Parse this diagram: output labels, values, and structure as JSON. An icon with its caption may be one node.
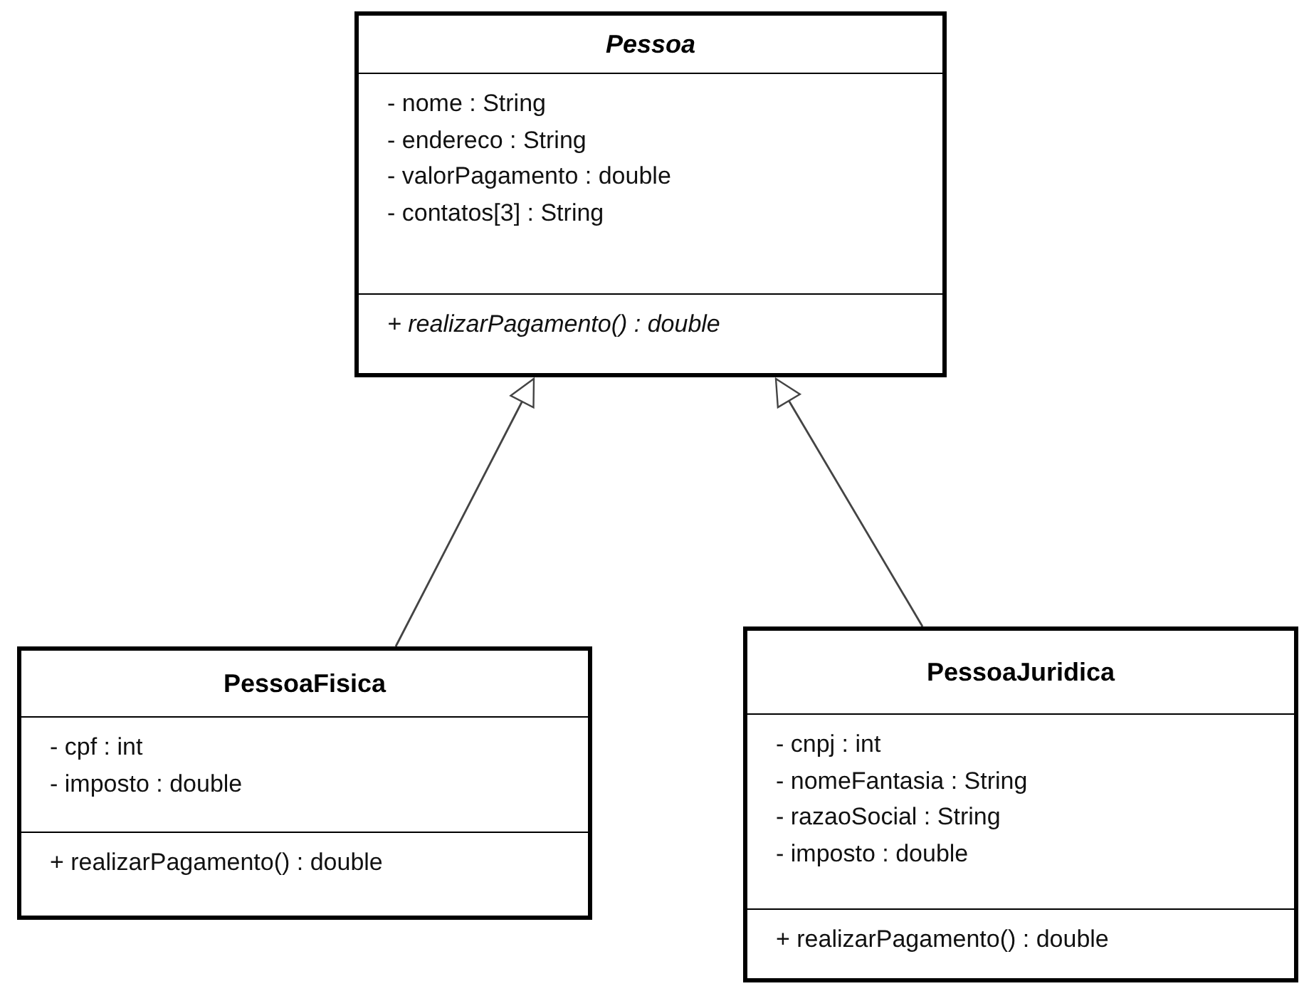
{
  "diagram": {
    "nodes": [
      {
        "text": [
          "*Pessoa*"
        ]
      },
      {
        "text": [
          "- nome : String",
          "- endereco : String",
          "- valorPagamento : double",
          "- contatos[3] : String"
        ],
        "in": 0
      },
      {
        "text": [
          "*+ realizarPagamento() : double*"
        ],
        "in": 0
      },
      {
        "text": [
          "PessoaFisica"
        ]
      },
      {
        "text": [
          "- cpf : int",
          "- imposto : double"
        ],
        "in": 3
      },
      {
        "text": [
          "+ realizarPagamento() : double"
        ],
        "in": 3
      },
      {
        "text": [
          "PessoaJuridica"
        ]
      },
      {
        "text": [
          "- cnpj : int",
          "- nomeFantasia : String",
          "- razaoSocial : String",
          "- imposto : double"
        ],
        "in": 6
      },
      {
        "text": [
          "+ realizarPagamento() : double"
        ],
        "in": 6
      }
    ],
    "edges": [
      {
        "from": 3,
        "to": 0,
        "arrow": "to"
      },
      {
        "from": 6,
        "to": 0,
        "arrow": "to"
      }
    ]
  }
}
